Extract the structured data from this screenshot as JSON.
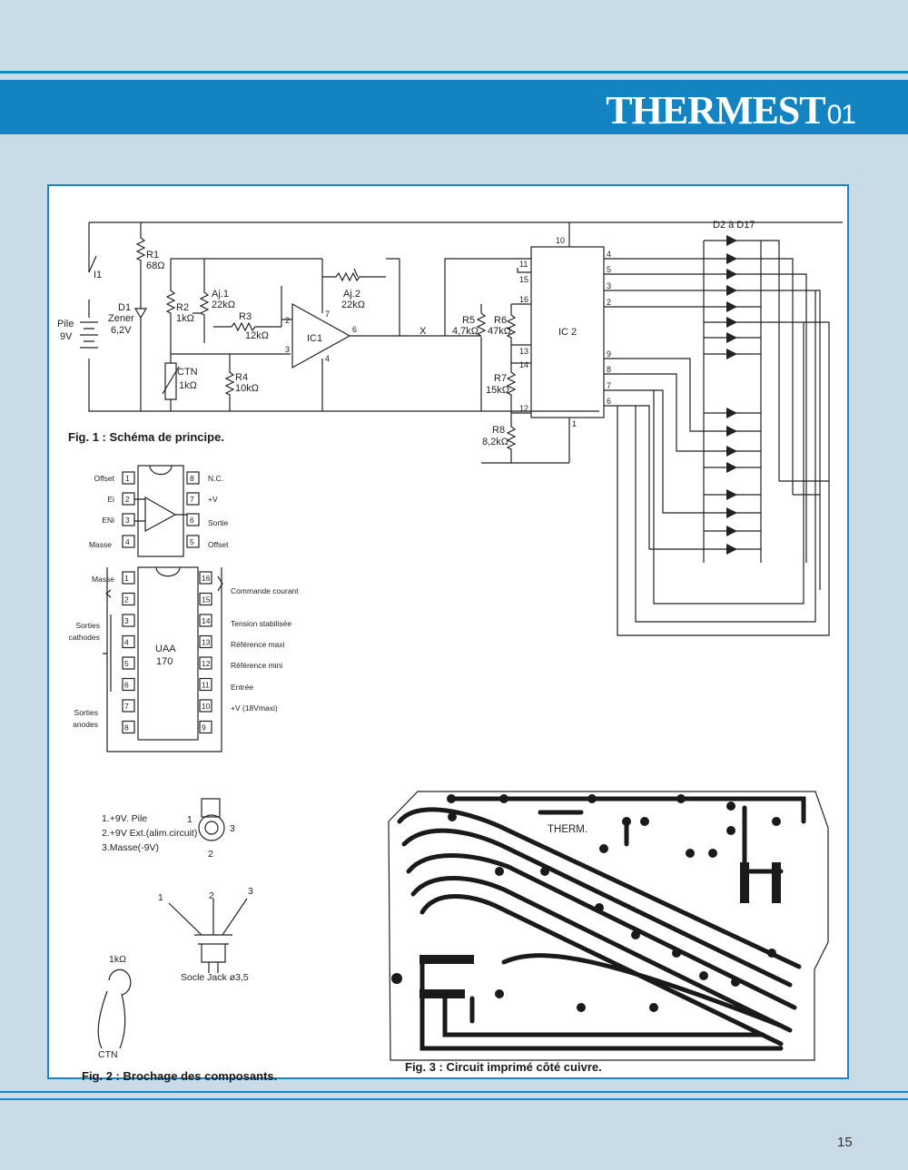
{
  "header": {
    "title": "THERMEST",
    "number": "01"
  },
  "page_number": "15",
  "fig1": {
    "caption": "Fig. 1 : Schéma de principe.",
    "labels": {
      "i1": "I1",
      "pile": "Pile",
      "pile_v": "9V",
      "d1": "D1",
      "zener": "Zener",
      "zener_v": "6,2V",
      "r1": "R1",
      "r1_v": "68Ω",
      "r2": "R2",
      "r2_v": "1kΩ",
      "aj1": "Aj.1",
      "aj1_v": "22kΩ",
      "r3": "R3",
      "r3_v": "12kΩ",
      "ctn": "CTN",
      "ctn_v": "1kΩ",
      "r4": "R4",
      "r4_v": "10kΩ",
      "ic1": "IC1",
      "aj2": "Aj.2",
      "aj2_v": "22kΩ",
      "x": "X",
      "r5": "R5",
      "r5_v": "4,7kΩ",
      "r6": "R6",
      "r6_v": "47kΩ",
      "r7": "R7",
      "r7_v": "15kΩ",
      "r8": "R8",
      "r8_v": "8,2kΩ",
      "ic2": "IC 2",
      "diodes": "D2 à D17",
      "p2": "2",
      "p3": "3",
      "p4": "4",
      "p6": "6",
      "p7": "7",
      "ic2_left_pins": [
        "10",
        "11",
        "15",
        "16",
        "13",
        "14",
        "12"
      ],
      "ic2_right_pins": [
        "4",
        "5",
        "3",
        "2",
        "9",
        "8",
        "7",
        "6"
      ],
      "ic2_bottom_pin": "1"
    }
  },
  "fig2": {
    "caption": "Fig. 2 : Brochage des composants.",
    "opamp": {
      "left": [
        [
          "1",
          "Offset"
        ],
        [
          "2",
          "Ei"
        ],
        [
          "3",
          "ENi"
        ],
        [
          "4",
          "Masse"
        ]
      ],
      "right": [
        [
          "8",
          "N.C."
        ],
        [
          "7",
          "+V"
        ],
        [
          "6",
          "Sortie"
        ],
        [
          "5",
          "Offset"
        ]
      ]
    },
    "uaa": {
      "name": "UAA",
      "model": "170",
      "left_pins": [
        "1",
        "2",
        "3",
        "4",
        "5",
        "6",
        "7",
        "8"
      ],
      "right_pins": [
        "16",
        "15",
        "14",
        "13",
        "12",
        "11",
        "10",
        "9"
      ],
      "left_labels": {
        "masse": "Masse",
        "sorties_c": "Sorties",
        "cathodes": "cathodes",
        "sorties_a": "Sorties",
        "anodes": "anodes"
      },
      "right_labels": [
        "Commande courant",
        "Tension stabilisée",
        "Référence maxi",
        "Référence mini",
        "Entrée",
        "+V (18Vmaxi)"
      ]
    },
    "jack": {
      "legend": [
        "1.+9V. Pile",
        "2.+9V Ext.(alim.circuit)",
        "3.Masse(-9V)"
      ],
      "p1": "1",
      "p2": "2",
      "p3": "3",
      "socle": "Socle Jack ø3,5"
    },
    "ctn": {
      "value": "1kΩ",
      "name": "CTN"
    }
  },
  "fig3": {
    "caption": "Fig. 3 : Circuit imprimé côté cuivre.",
    "board_label": "THERM."
  }
}
